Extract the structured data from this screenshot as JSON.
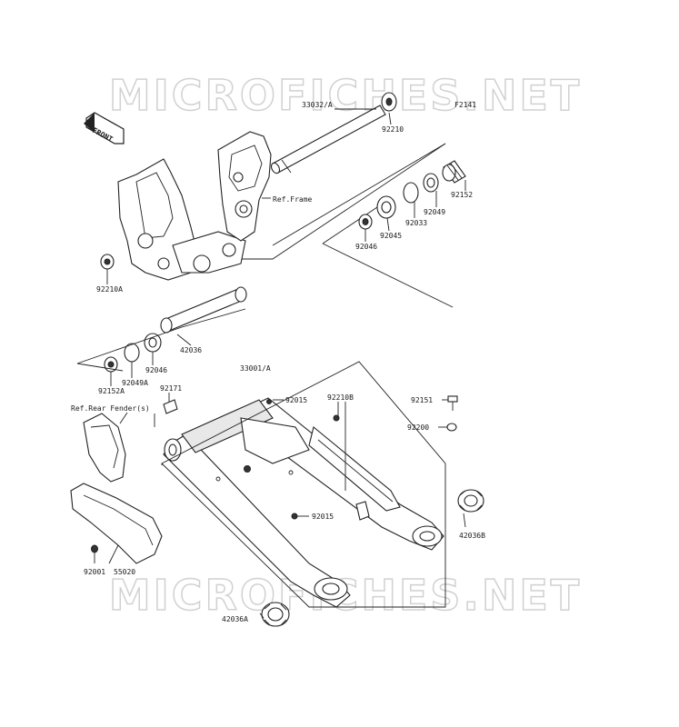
{
  "watermark": {
    "top": "MICROFICHES.NET",
    "bottom": "MICROFICHES.NET"
  },
  "diagram_code": "F2141",
  "front_badge": "FRONT",
  "references": {
    "frame": "Ref.Frame",
    "rear_fender": "Ref.Rear Fender(s)"
  },
  "parts": {
    "p33032A": "33032/A",
    "p92210": "92210",
    "p92210A": "92210A",
    "p92152": "92152",
    "p92049": "92049",
    "p92033": "92033",
    "p92045": "92045",
    "p92046_right": "92046",
    "p42036": "42036",
    "p92046_left": "92046",
    "p92049A": "92049A",
    "p92152A": "92152A",
    "p92171": "92171",
    "p33001A": "33001/A",
    "p92015_top": "92015",
    "p92210B": "92210B",
    "p92151": "92151",
    "p92200": "92200",
    "p92015_mid": "92015",
    "p42036B": "42036B",
    "p92001": "92001",
    "p55020": "55020",
    "p42036A": "42036A"
  }
}
